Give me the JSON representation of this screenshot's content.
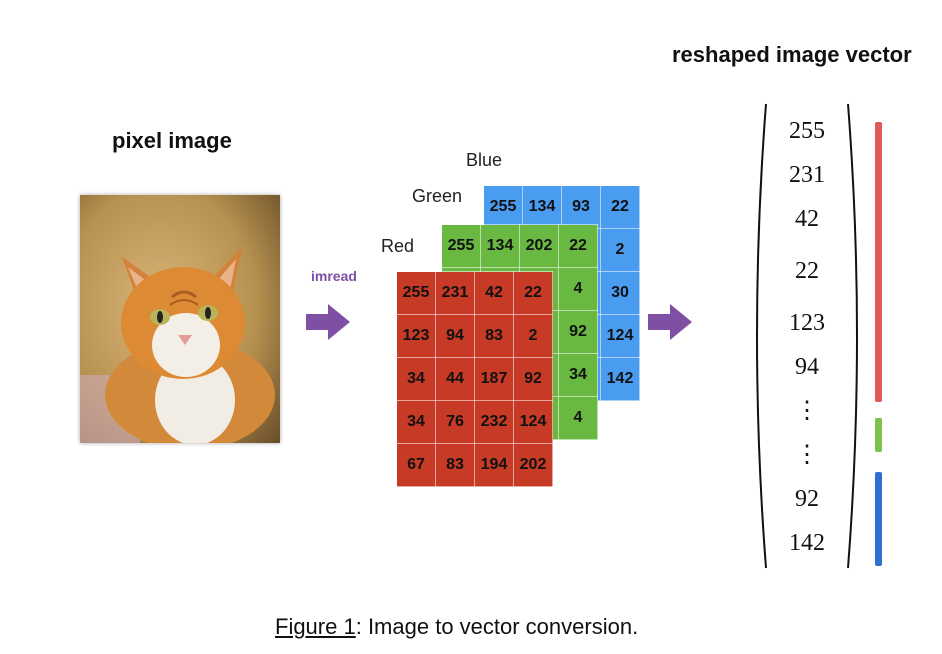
{
  "headings": {
    "pixel_image": "pixel image",
    "reshaped_vector": "reshaped image vector"
  },
  "arrow_label": "imread",
  "channels": {
    "blue": {
      "label": "Blue",
      "color": "#4a9cf0",
      "rows": [
        [
          "255",
          "134",
          "93",
          "22"
        ],
        [
          "",
          "",
          "",
          "2"
        ],
        [
          "",
          "",
          "",
          "30"
        ],
        [
          "",
          "",
          "",
          "124"
        ],
        [
          "",
          "",
          "",
          "142"
        ]
      ]
    },
    "green": {
      "label": "Green",
      "color": "#69b842",
      "rows": [
        [
          "255",
          "134",
          "202",
          "22"
        ],
        [
          "",
          "",
          "",
          "4"
        ],
        [
          "",
          "",
          "",
          "92"
        ],
        [
          "",
          "",
          "",
          "34"
        ],
        [
          "",
          "",
          "",
          "4"
        ]
      ]
    },
    "red": {
      "label": "Red",
      "color": "#c73a25",
      "rows": [
        [
          "255",
          "231",
          "42",
          "22"
        ],
        [
          "123",
          "94",
          "83",
          "2"
        ],
        [
          "34",
          "44",
          "187",
          "92"
        ],
        [
          "34",
          "76",
          "232",
          "124"
        ],
        [
          "67",
          "83",
          "194",
          "202"
        ]
      ]
    }
  },
  "vector": {
    "values": [
      "255",
      "231",
      "42",
      "22",
      "123",
      "94",
      "⋮",
      "⋮",
      "92",
      "142"
    ],
    "bar_colors": {
      "red": "#e05a5a",
      "green": "#7cc24a",
      "blue": "#2f6fd0"
    }
  },
  "caption": {
    "link": "Figure 1",
    "text": ": Image to vector conversion."
  },
  "colors": {
    "arrow": "#7f4fa3"
  }
}
